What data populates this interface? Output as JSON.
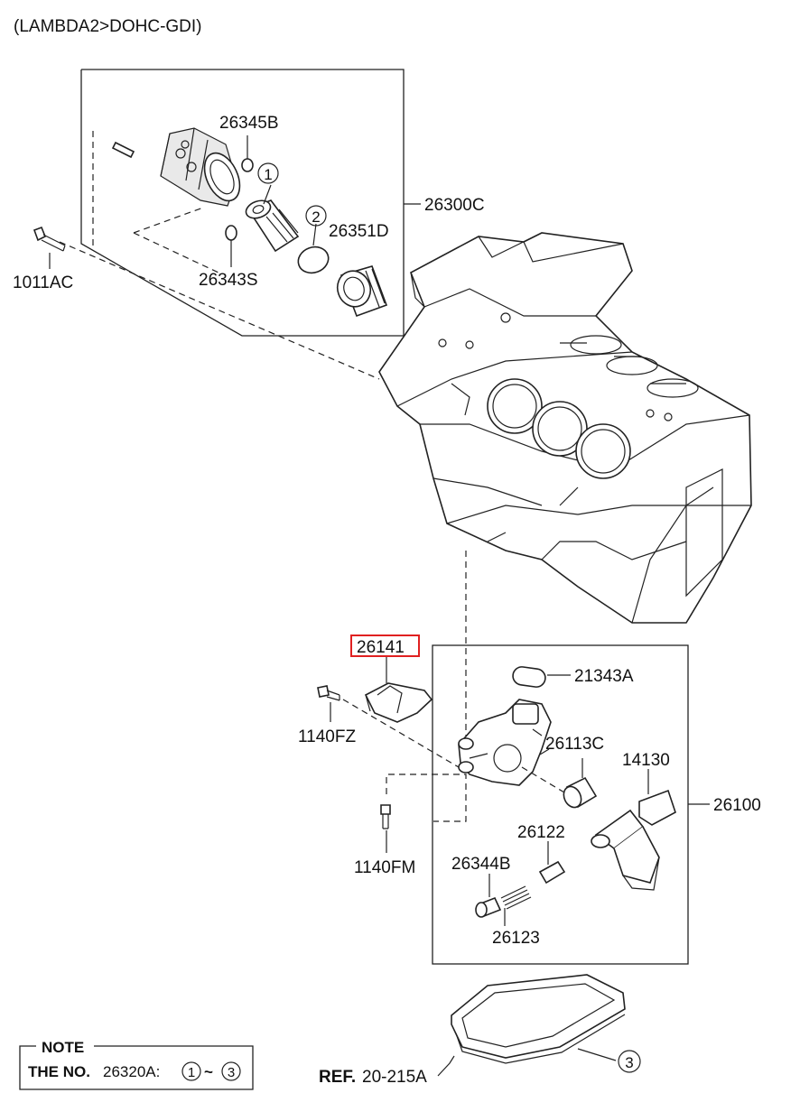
{
  "header": {
    "engine": "(LAMBDA2>DOHC-GDI)"
  },
  "parts": {
    "p26345B": "26345B",
    "p26300C": "26300C",
    "p26351D": "26351D",
    "p1011AC": "1011AC",
    "p26343S": "26343S",
    "p26141": "26141",
    "p21343A": "21343A",
    "p1140FZ": "1140FZ",
    "p26113C": "26113C",
    "p14130": "14130",
    "p26100": "26100",
    "p26122": "26122",
    "p1140FM": "1140FM",
    "p26344B": "26344B",
    "p26123": "26123"
  },
  "callouts": {
    "c1": "1",
    "c2": "2",
    "c3": "3"
  },
  "reference": {
    "prefix": "REF.",
    "code": "20-215A"
  },
  "note": {
    "title": "NOTE",
    "prefix": "THE NO.",
    "code": "26320A:",
    "range_start": "1",
    "tilde": "~",
    "range_end": "3"
  },
  "highlight_color": "#e02020"
}
